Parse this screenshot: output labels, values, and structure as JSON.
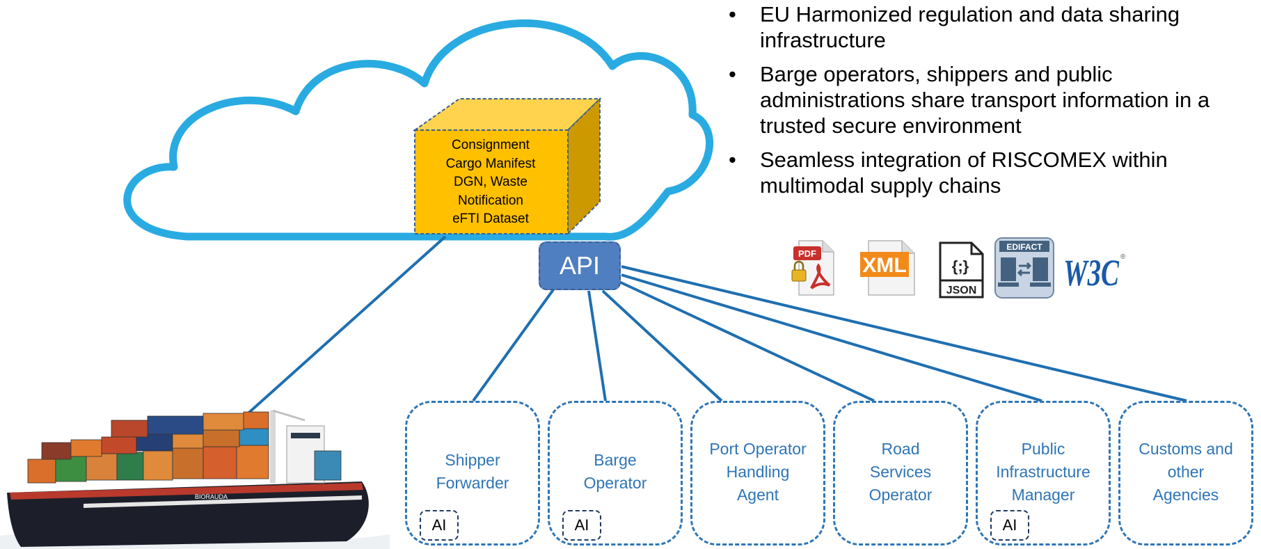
{
  "cloud": {
    "cube_lines": [
      "Consignment",
      "Cargo Manifest",
      "DGN, Waste",
      "Notification",
      "eFTI Dataset"
    ]
  },
  "api": {
    "label": "API"
  },
  "bullets": [
    "EU Harmonized regulation and data sharing infrastructure",
    "Barge operators, shippers and public administrations share transport information in a trusted secure environment",
    "Seamless integration of RISCOMEX within multimodal supply chains"
  ],
  "bullet_symbol": "•",
  "formats": {
    "pdf": "PDF",
    "xml": "XML",
    "json_braces": "{;}",
    "json": "JSON",
    "edifact": "EDIFACT",
    "w3c": "W3C",
    "w3c_reg": "®"
  },
  "stakeholders": [
    {
      "lines": [
        "Shipper",
        "Forwarder"
      ],
      "ai": "AI"
    },
    {
      "lines": [
        "Barge",
        "Operator"
      ],
      "ai": "AI"
    },
    {
      "lines": [
        "Port Operator",
        "Handling",
        "Agent"
      ],
      "ai": ""
    },
    {
      "lines": [
        "Road",
        "Services",
        "Operator"
      ],
      "ai": ""
    },
    {
      "lines": [
        "Public",
        "Infrastructure",
        "Manager"
      ],
      "ai": "AI"
    },
    {
      "lines": [
        "Customs and",
        "other",
        "Agencies"
      ],
      "ai": ""
    }
  ],
  "ship": {
    "name": "BIORAUDA"
  },
  "colors": {
    "cloud_stroke": "#29abe2",
    "cube_front": "#ffc000",
    "cube_top": "#ffd34d",
    "cube_side": "#cc9a00",
    "api_fill": "#4f7fc0",
    "line": "#1f6fb0",
    "stakeholder": "#2e75b6"
  }
}
